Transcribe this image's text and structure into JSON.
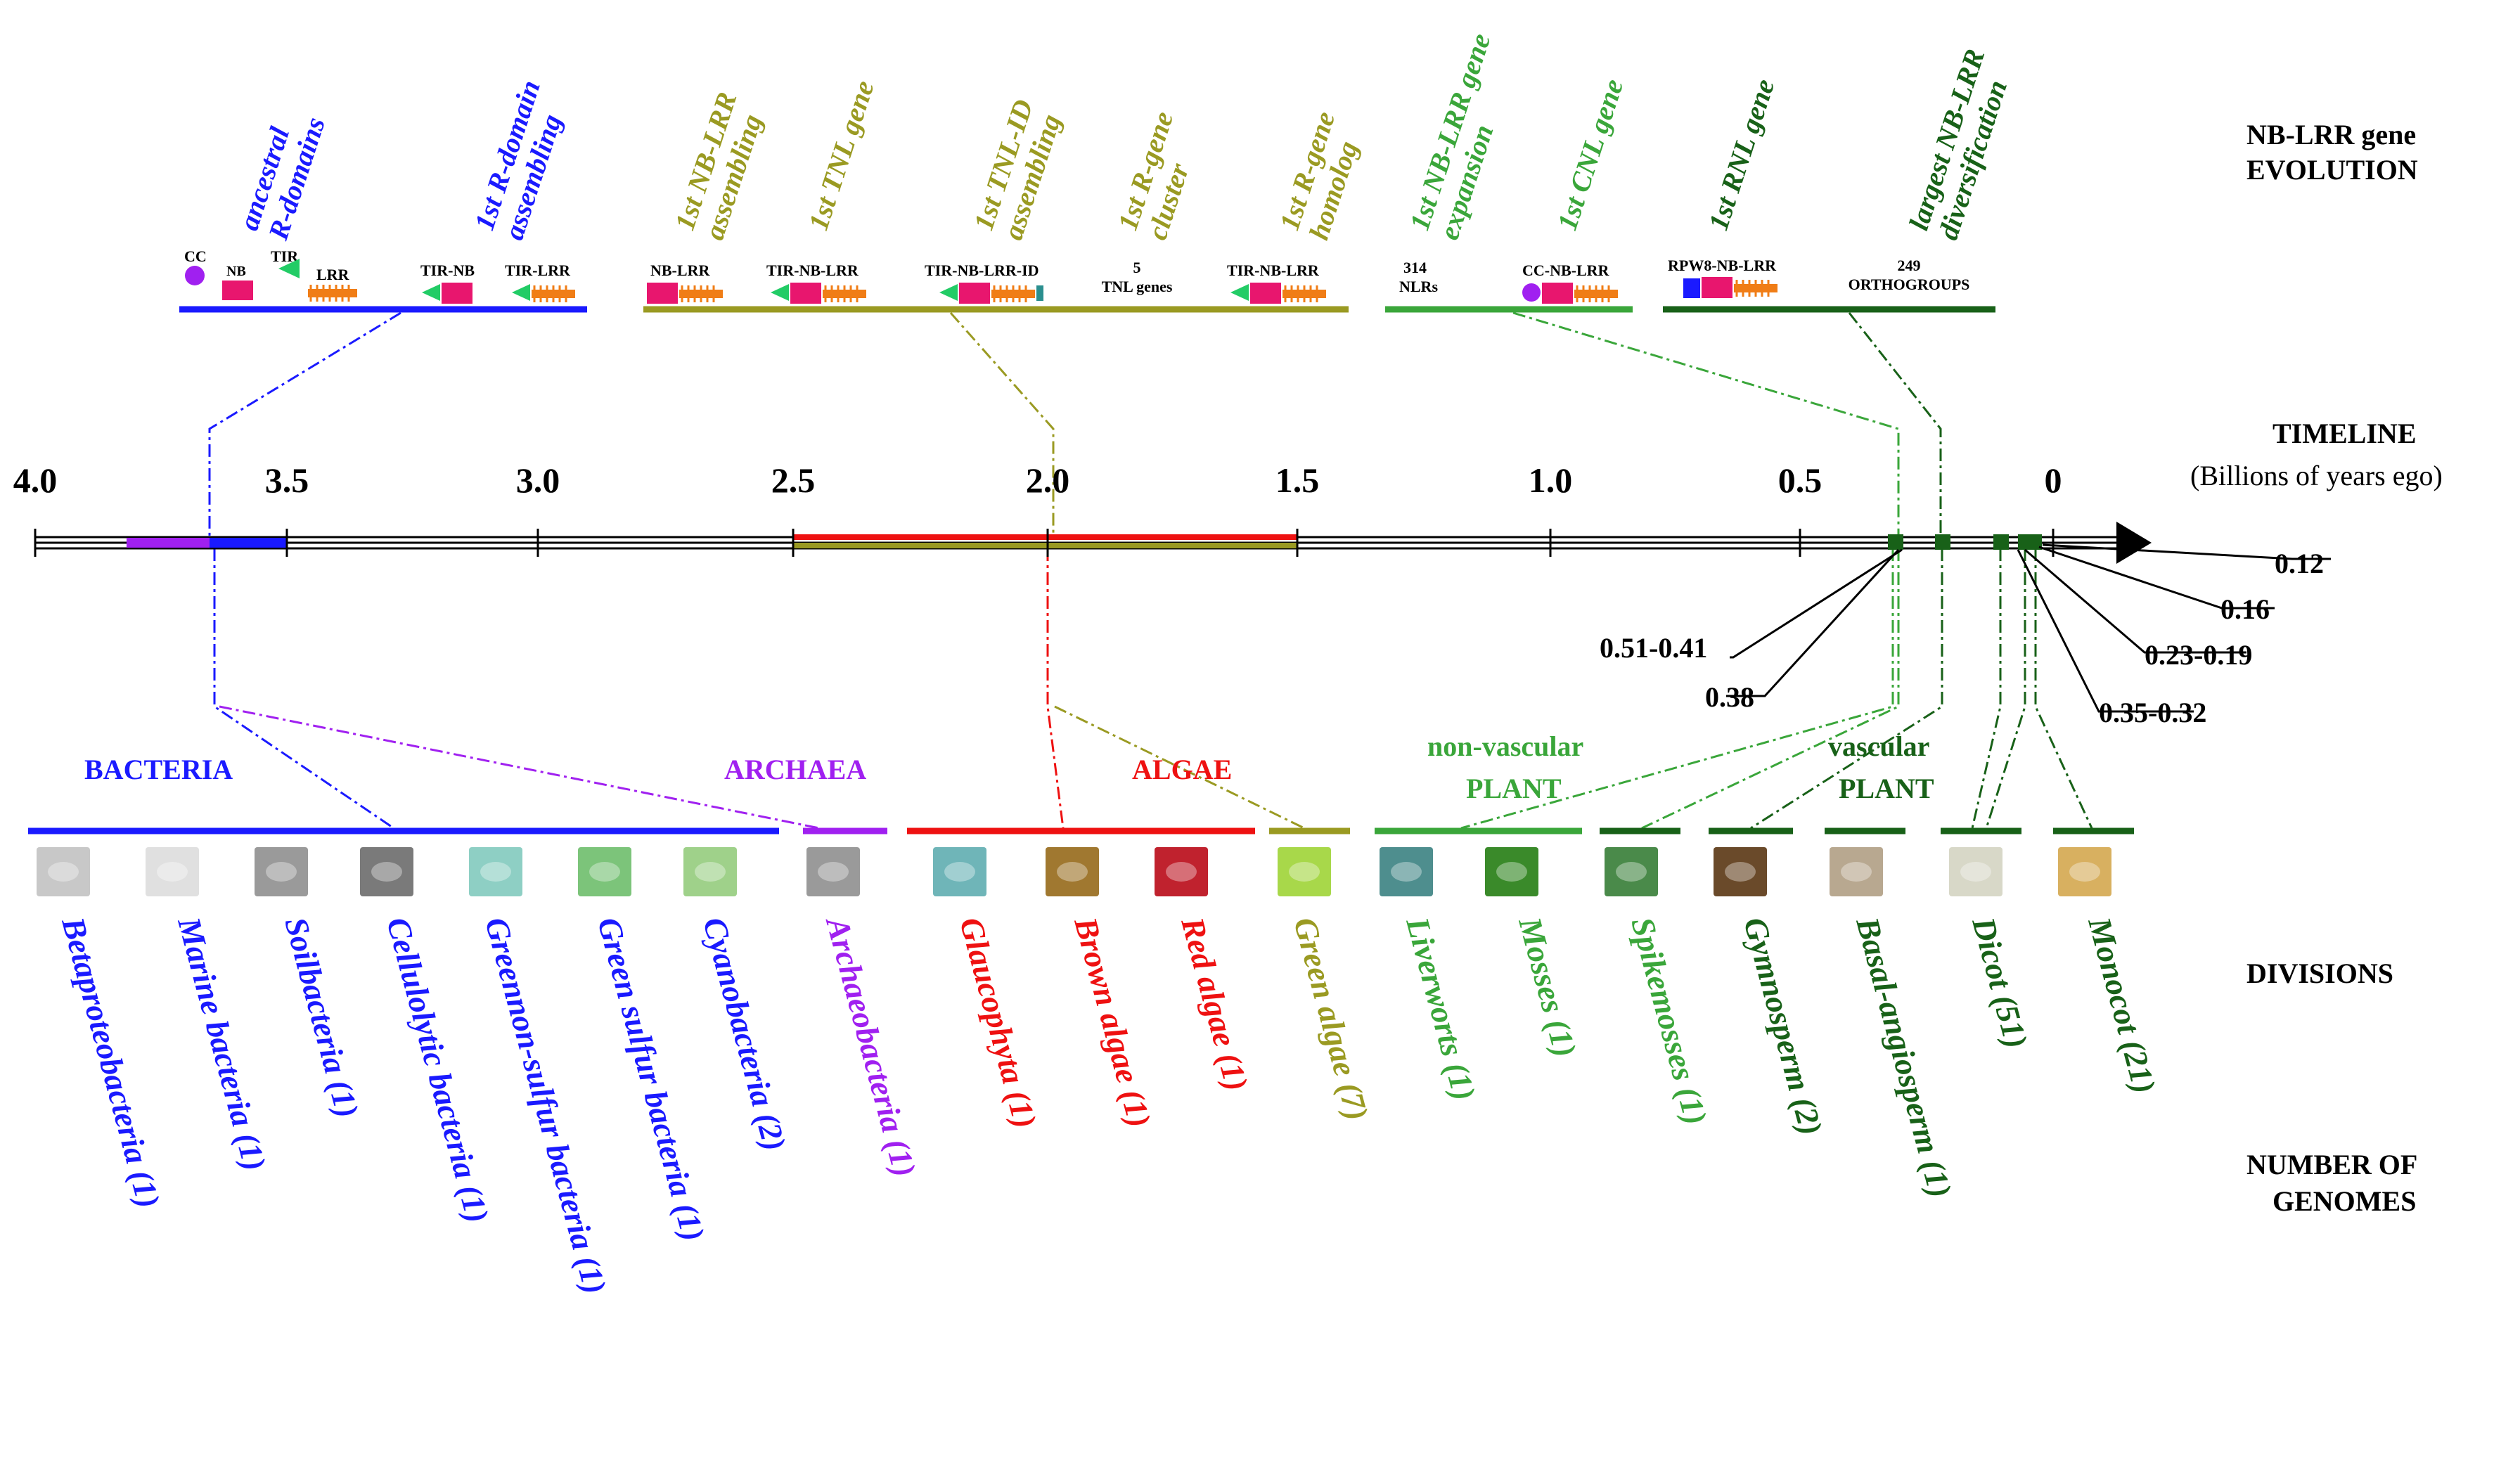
{
  "colors": {
    "bacteria": "#1a1aff",
    "archaea": "#a020f0",
    "algae": "#ee1111",
    "olive": "#9a9a22",
    "green": "#3aa63a",
    "darkgreen": "#186118",
    "black": "#000000",
    "pink": "#e8166e",
    "orange": "#f07d16",
    "teal": "#2a8f8f"
  },
  "right_labels": {
    "evolution_line1": "NB-LRR gene",
    "evolution_line2": "EVOLUTION",
    "timeline_line1": "TIMELINE",
    "timeline_line2": "(Billions of years ego)",
    "divisions": "DIVISIONS",
    "genomes_line1": "NUMBER OF",
    "genomes_line2": "GENOMES"
  },
  "events": [
    {
      "text": "ancestral",
      "text2": "R-domains",
      "color": "bacteria"
    },
    {
      "text": "1st R-domain",
      "text2": "assembling",
      "color": "bacteria"
    },
    {
      "text": "1st NB-LRR",
      "text2": "assembling",
      "color": "olive"
    },
    {
      "text": "1st TNL gene",
      "text2": "",
      "color": "olive"
    },
    {
      "text": "1st TNL-ID",
      "text2": "assembling",
      "color": "olive"
    },
    {
      "text": "1st R-gene",
      "text2": "cluster",
      "color": "olive"
    },
    {
      "text": "1st R-gene",
      "text2": "homolog",
      "color": "olive"
    },
    {
      "text": "1st NB-LRR gene",
      "text2": "expansion",
      "color": "green"
    },
    {
      "text": "1st CNL gene",
      "text2": "",
      "color": "green"
    },
    {
      "text": "1st RNL gene",
      "text2": "",
      "color": "darkgreen"
    },
    {
      "text": "largest NB-LRR",
      "text2": "diversification",
      "color": "darkgreen"
    }
  ],
  "domain_labels": {
    "cc": "CC",
    "nb": "NB",
    "tir": "TIR",
    "lrr": "LRR",
    "tir_nb": "TIR-NB",
    "tir_lrr": "TIR-LRR",
    "nb_lrr": "NB-LRR",
    "tir_nb_lrr": "TIR-NB-LRR",
    "tir_nb_lrr_id": "TIR-NB-LRR-ID",
    "tnl_genes_1": "5",
    "tnl_genes_2": "TNL genes",
    "tir_nb_lrr_b": "TIR-NB-LRR",
    "nlrs_1": "314",
    "nlrs_2": "NLRs",
    "cc_nb_lrr": "CC-NB-LRR",
    "rpw8_nb_lrr": "RPW8-NB-LRR",
    "orthogroups_1": "249",
    "orthogroups_2": "ORTHOGROUPS"
  },
  "timeline": {
    "ticks": [
      "4.0",
      "3.5",
      "3.0",
      "2.5",
      "2.0",
      "1.5",
      "1.0",
      "0.5",
      "0"
    ],
    "callouts": [
      "0.12",
      "0.16",
      "0.23-0.19",
      "0.35-0.32",
      "0.51-0.41",
      "0.38"
    ]
  },
  "groups": {
    "bacteria": "BACTERIA",
    "archaea": "ARCHAEA",
    "algae": "ALGAE",
    "nonvascular_1": "non-vascular",
    "nonvascular_2": "PLANT",
    "vascular_1": "vascular",
    "vascular_2": "PLANT"
  },
  "divisions": [
    {
      "label": "Betaproteobacteria (1)",
      "color": "bacteria",
      "icon": "rod-bacterium-icon"
    },
    {
      "label": "Marine bacteria (1)",
      "color": "bacteria",
      "icon": "flagellate-bacterium-icon"
    },
    {
      "label": "Soilbacteria (1)",
      "color": "bacteria",
      "icon": "soil-cells-icon"
    },
    {
      "label": "Cellulolytic bacteria (1)",
      "color": "bacteria",
      "icon": "cellulolytic-cells-icon"
    },
    {
      "label": "Greennon-sulfur bacteria (1)",
      "color": "bacteria",
      "icon": "green-nonsulfur-icon"
    },
    {
      "label": "Green sulfur bacteria (1)",
      "color": "bacteria",
      "icon": "green-sulfur-icon"
    },
    {
      "label": "Cyanobacteria (2)",
      "color": "bacteria",
      "icon": "cyanobacteria-icon"
    },
    {
      "label": "Archaeobacteria (1)",
      "color": "archaea",
      "icon": "archaea-cells-icon"
    },
    {
      "label": "Glaucophyta (1)",
      "color": "algae",
      "icon": "glaucophyta-icon"
    },
    {
      "label": "Brown algae (1)",
      "color": "algae",
      "icon": "brown-algae-icon"
    },
    {
      "label": "Red algae (1)",
      "color": "algae",
      "icon": "red-algae-icon"
    },
    {
      "label": "Green algae (7)",
      "color": "olive",
      "icon": "green-algae-icon"
    },
    {
      "label": "Liverworts (1)",
      "color": "green",
      "icon": "liverwort-icon"
    },
    {
      "label": "Mosses (1)",
      "color": "green",
      "icon": "moss-icon"
    },
    {
      "label": "Spikemosses (1)",
      "color": "green",
      "icon": "spikemoss-icon"
    },
    {
      "label": "Gymnosperm (2)",
      "color": "darkgreen",
      "icon": "pine-cone-icon"
    },
    {
      "label": "Basal-angiosperm (1)",
      "color": "darkgreen",
      "icon": "basal-angiosperm-icon"
    },
    {
      "label": "Dicot (51)",
      "color": "darkgreen",
      "icon": "dicot-flower-icon"
    },
    {
      "label": "Monocot (21)",
      "color": "darkgreen",
      "icon": "monocot-grain-icon"
    }
  ]
}
